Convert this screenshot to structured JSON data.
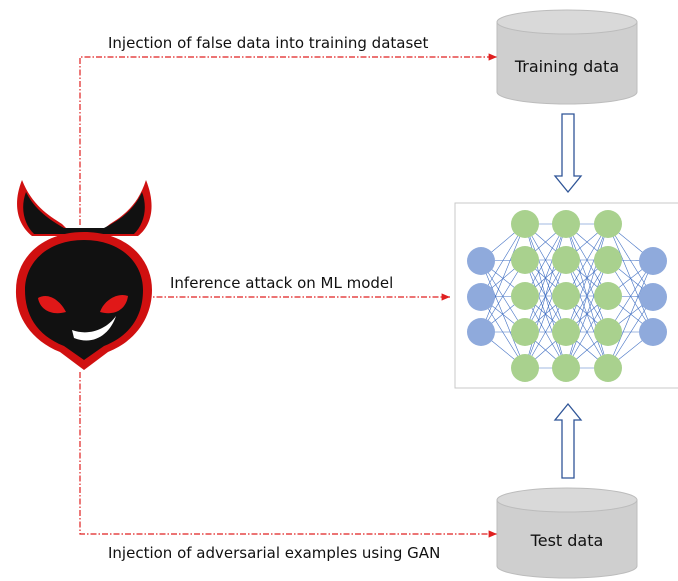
{
  "labels": {
    "poison": "Injection of false data into training dataset",
    "inference": "Inference attack on ML model",
    "adversarial": "Injection of adversarial examples using GAN"
  },
  "databases": {
    "training": "Training data",
    "test": "Test data"
  },
  "colors": {
    "attack_line": "#e02020",
    "cylinder_fill": "#cfcfcf",
    "arrow_stroke": "#2f5597",
    "node_input": "#8faadc",
    "node_hidden": "#a9d18e",
    "edge": "#4472c4"
  },
  "icons": {
    "attacker": "devil-face-icon"
  }
}
